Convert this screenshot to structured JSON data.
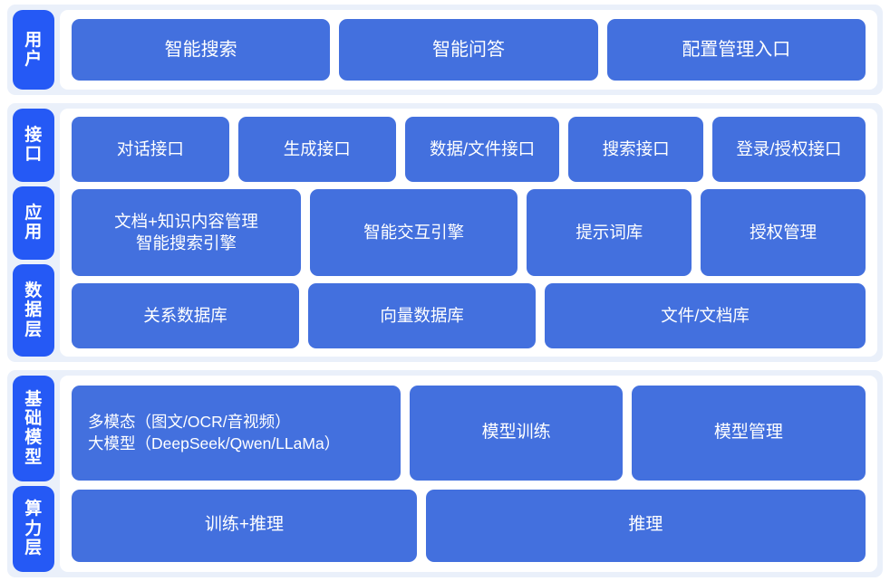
{
  "colors": {
    "page_background": "#ffffff",
    "section_background": "#eaf0fa",
    "panel_background": "#ffffff",
    "tab_blue": "#2559f5",
    "card_blue": "#4370de",
    "card_text": "#ffffff"
  },
  "sections": [
    {
      "id": "user",
      "tabs": [
        {
          "label": "用户",
          "chars": [
            "用",
            "户"
          ]
        }
      ],
      "rows": [
        {
          "id": "user-entries",
          "cards": [
            {
              "label": "智能搜索",
              "flex": 1
            },
            {
              "label": "智能问答",
              "flex": 1
            },
            {
              "label": "配置管理入口",
              "flex": 1
            }
          ]
        }
      ]
    },
    {
      "id": "middle",
      "tabs": [
        {
          "label": "接口",
          "chars": [
            "接",
            "口"
          ]
        },
        {
          "label": "应用",
          "chars": [
            "应",
            "用"
          ]
        },
        {
          "label": "数据层",
          "chars": [
            "数",
            "据",
            "层"
          ]
        }
      ],
      "rows": [
        {
          "id": "interface-row",
          "cards": [
            {
              "label": "对话接口",
              "flex": 1.02
            },
            {
              "label": "生成接口",
              "flex": 1.02
            },
            {
              "label": "数据/文件接口",
              "flex": 1.0
            },
            {
              "label": "搜索接口",
              "flex": 0.86
            },
            {
              "label": "登录/授权接口",
              "flex": 0.99
            }
          ]
        },
        {
          "id": "application-row",
          "cards": [
            {
              "label": "文档+知识内容管理\n智能搜索引擎",
              "flex": 1.22,
              "multiline": true
            },
            {
              "label": "智能交互引擎",
              "flex": 1.1
            },
            {
              "label": "提示词库",
              "flex": 0.86
            },
            {
              "label": "授权管理",
              "flex": 0.86
            }
          ]
        },
        {
          "id": "data-row",
          "cards": [
            {
              "label": "关系数据库",
              "flex": 1.0
            },
            {
              "label": "向量数据库",
              "flex": 1.0
            },
            {
              "label": "文件/文档库",
              "flex": 1.43
            }
          ]
        }
      ]
    },
    {
      "id": "bottom",
      "tabs": [
        {
          "label": "基础模型",
          "chars": [
            "基",
            "础",
            "模",
            "型"
          ]
        },
        {
          "label": "算力层",
          "chars": [
            "算",
            "力",
            "层"
          ]
        }
      ],
      "rows": [
        {
          "id": "foundation-model-row",
          "cards": [
            {
              "label": "多模态（图文/OCR/音视频）\n大模型（DeepSeek/Qwen/LLaMa）",
              "flex": 1.42,
              "model": true
            },
            {
              "label": "模型训练",
              "flex": 0.93
            },
            {
              "label": "模型管理",
              "flex": 1.03
            }
          ]
        },
        {
          "id": "compute-row",
          "cards": [
            {
              "label": "训练+推理",
              "flex": 0.92
            },
            {
              "label": "推理",
              "flex": 1.18
            }
          ]
        }
      ]
    }
  ]
}
